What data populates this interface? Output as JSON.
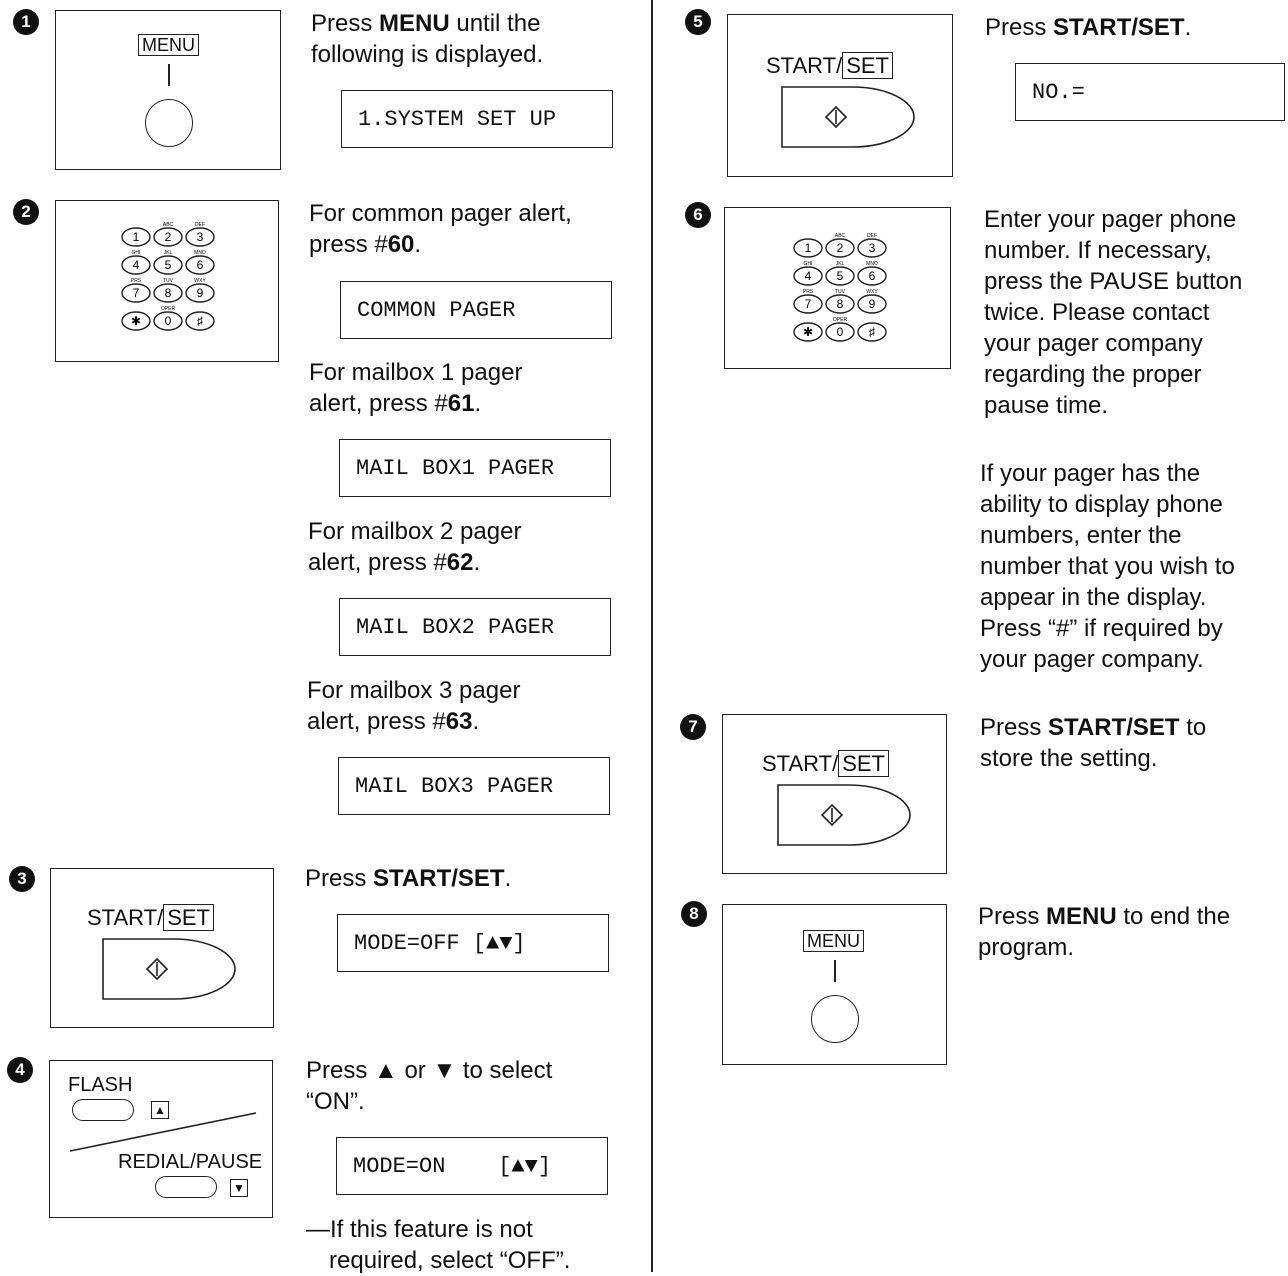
{
  "steps": {
    "s1": {
      "num": "1",
      "line1_a": "Press ",
      "line1_b": "MENU",
      "line1_c": " until the",
      "line2": "following is displayed.",
      "lcd": "1.SYSTEM SET UP",
      "key_label": "MENU"
    },
    "s2": {
      "num": "2",
      "a_l1": "For common pager alert,",
      "a_l2a": "press #",
      "a_l2b": "60",
      "a_l2c": ".",
      "a_lcd": "COMMON PAGER",
      "b_l1": "For mailbox 1 pager",
      "b_l2a": "alert, press #",
      "b_l2b": "61",
      "b_l2c": ".",
      "b_lcd": "MAIL BOX1 PAGER",
      "c_l1": "For mailbox 2 pager",
      "c_l2a": "alert, press #",
      "c_l2b": "62",
      "c_l2c": ".",
      "c_lcd": "MAIL BOX2 PAGER",
      "d_l1": "For mailbox 3 pager",
      "d_l2a": "alert, press #",
      "d_l2b": "63",
      "d_l2c": ".",
      "d_lcd": "MAIL BOX3 PAGER"
    },
    "s3": {
      "num": "3",
      "l1a": "Press ",
      "l1b": "START/SET",
      "l1c": ".",
      "lcd": "MODE=OFF [▲▼]",
      "key_a": "START/",
      "key_b": "SET"
    },
    "s4": {
      "num": "4",
      "l1": "Press ▲ or ▼ to select",
      "l2": "“ON”.",
      "lcd": "MODE=ON    [▲▼]",
      "note1": "—If this feature is not",
      "note2": "required, select “OFF”.",
      "key_flash": "FLASH",
      "key_redial": "REDIAL/PAUSE"
    },
    "s5": {
      "num": "5",
      "l1a": "Press ",
      "l1b": "START/SET",
      "l1c": ".",
      "lcd": "NO.=",
      "key_a": "START/",
      "key_b": "SET"
    },
    "s6": {
      "num": "6",
      "p1": [
        "Enter your pager phone",
        "number. If necessary,",
        "press the PAUSE button",
        "twice. Please contact",
        "your pager company",
        "regarding the proper",
        "pause time."
      ],
      "p2": [
        "If your pager has the",
        "ability to display phone",
        "numbers, enter the",
        "number that you wish to",
        "appear in the display.",
        "Press “#” if required by",
        "your pager company."
      ]
    },
    "s7": {
      "num": "7",
      "l1a": "Press ",
      "l1b": "START/SET",
      "l1c": " to",
      "l2": "store the setting.",
      "key_a": "START/",
      "key_b": "SET"
    },
    "s8": {
      "num": "8",
      "l1a": "Press ",
      "l1b": "MENU",
      "l1c": " to end the",
      "l2": "program.",
      "key_label": "MENU"
    }
  },
  "keypad": {
    "keys": [
      "1",
      "2",
      "3",
      "4",
      "5",
      "6",
      "7",
      "8",
      "9",
      "✱",
      "0",
      "♯"
    ],
    "letters": [
      "",
      "ABC",
      "DEF",
      "GHI",
      "JKL",
      "MNO",
      "PRS",
      "TUV",
      "WXY",
      "",
      "OPER",
      ""
    ]
  }
}
